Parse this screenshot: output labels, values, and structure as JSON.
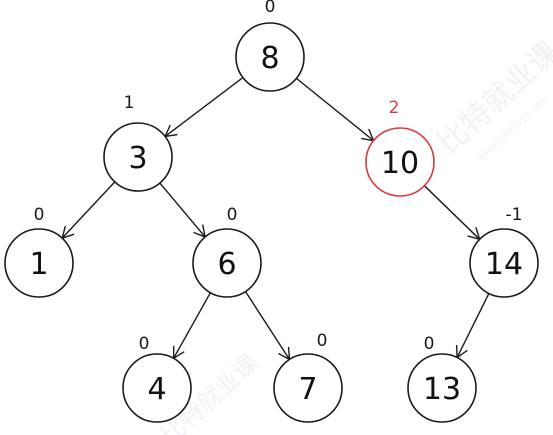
{
  "diagram": {
    "nodes": [
      {
        "id": "n8",
        "key": "8",
        "bf": "0",
        "highlight": false
      },
      {
        "id": "n3",
        "key": "3",
        "bf": "1",
        "highlight": false
      },
      {
        "id": "n10",
        "key": "10",
        "bf": "2",
        "highlight": true
      },
      {
        "id": "n1",
        "key": "1",
        "bf": "0",
        "highlight": false
      },
      {
        "id": "n6",
        "key": "6",
        "bf": "0",
        "highlight": false
      },
      {
        "id": "n14",
        "key": "14",
        "bf": "-1",
        "highlight": false
      },
      {
        "id": "n4",
        "key": "4",
        "bf": "0",
        "highlight": false
      },
      {
        "id": "n7",
        "key": "7",
        "bf": "0",
        "highlight": false
      },
      {
        "id": "n13",
        "key": "13",
        "bf": "0",
        "highlight": false
      }
    ],
    "edges": [
      {
        "from": "n8",
        "to": "n3"
      },
      {
        "from": "n8",
        "to": "n10"
      },
      {
        "from": "n3",
        "to": "n1"
      },
      {
        "from": "n3",
        "to": "n6"
      },
      {
        "from": "n10",
        "to": "n14"
      },
      {
        "from": "n6",
        "to": "n4"
      },
      {
        "from": "n6",
        "to": "n7"
      },
      {
        "from": "n14",
        "to": "n13"
      }
    ]
  },
  "colors": {
    "stroke": "#1a1a1a",
    "highlight": "#d63a3a",
    "background": "#ffffff"
  },
  "watermark": {
    "text_main": "比特就业课",
    "text_sub": "www.bitejiuye.com"
  }
}
